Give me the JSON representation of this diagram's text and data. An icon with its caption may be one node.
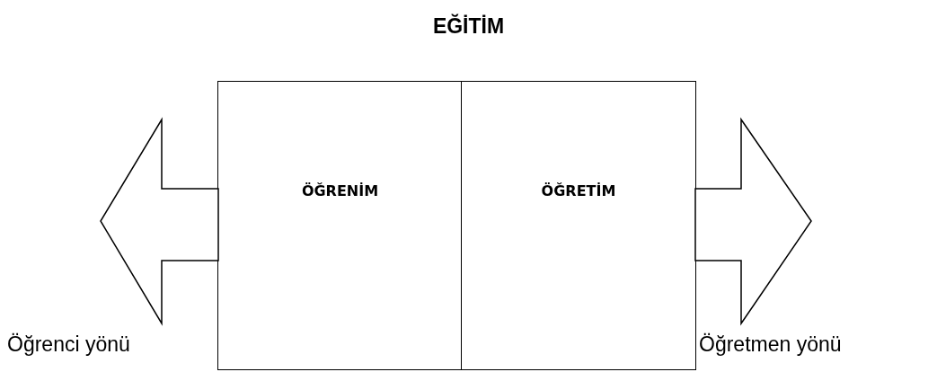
{
  "diagram": {
    "title": "EĞİTİM",
    "nodes": [
      {
        "text": [
          "ÖĞRENİM"
        ]
      },
      {
        "text": [
          "ÖĞRETİM"
        ]
      }
    ],
    "labels": [
      "Öğrenci yönü",
      "Öğretmen yönü"
    ]
  }
}
